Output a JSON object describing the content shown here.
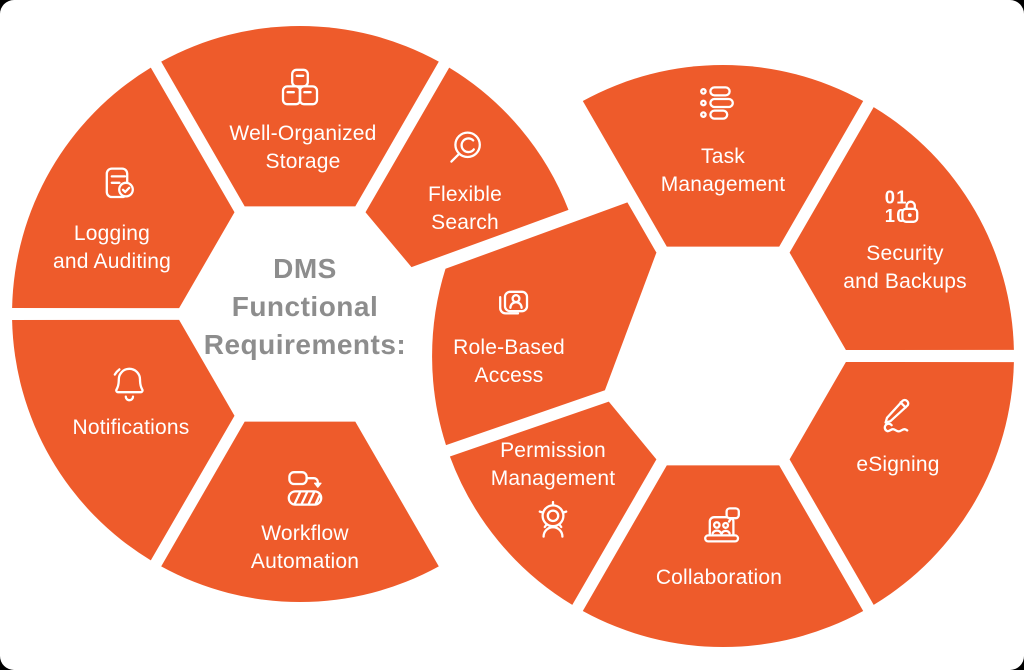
{
  "canvas": {
    "background": "#FFFFFF",
    "page_behind": "#000000"
  },
  "colors": {
    "segment_orange": "#EE5B2B",
    "icon_stroke": "#FFFFFF",
    "label_text": "#FFFFFF",
    "title_text": "#8D8D8D"
  },
  "title": {
    "lines": [
      "DMS",
      "Functional",
      "Requirements:"
    ]
  },
  "segments": [
    {
      "id": "storage",
      "wheel": "left",
      "label": "Well-Organized\nStorage",
      "icon": "storage-boxes-icon"
    },
    {
      "id": "search",
      "wheel": "left",
      "label": "Flexible\nSearch",
      "icon": "search-magnifier-icon"
    },
    {
      "id": "logging",
      "wheel": "left",
      "label": "Logging\nand Auditing",
      "icon": "document-audit-icon"
    },
    {
      "id": "notifications",
      "wheel": "left",
      "label": "Notifications",
      "icon": "bell-icon"
    },
    {
      "id": "workflow",
      "wheel": "left",
      "label": "Workflow\nAutomation",
      "icon": "workflow-automation-icon"
    },
    {
      "id": "role_based",
      "wheel": "right",
      "label": "Role-Based\nAccess",
      "icon": "id-card-user-icon"
    },
    {
      "id": "permission",
      "wheel": "right",
      "label": "Permission\nManagement",
      "icon": "gear-person-icon"
    },
    {
      "id": "task",
      "wheel": "right",
      "label": "Task\nManagement",
      "icon": "task-list-icon"
    },
    {
      "id": "security",
      "wheel": "right",
      "label": "Security\nand Backups",
      "icon": "binary-lock-icon"
    },
    {
      "id": "esigning",
      "wheel": "right",
      "label": "eSigning",
      "icon": "esign-pen-icon"
    },
    {
      "id": "collaboration",
      "wheel": "right",
      "label": "Collaboration",
      "icon": "laptop-collaboration-icon"
    }
  ]
}
